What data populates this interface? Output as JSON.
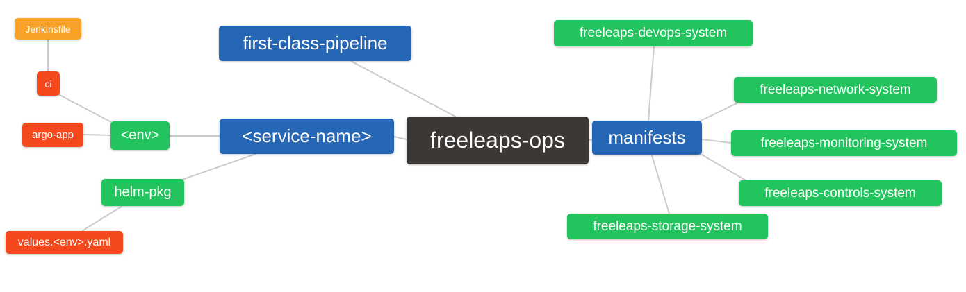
{
  "palette": {
    "root_bg": "#3B3836",
    "blue": "#2566B5",
    "green": "#22C45E",
    "red_orange": "#F4491D",
    "amber": "#F9A228",
    "edge": "#CCCCCC",
    "text": "#FFFFFF"
  },
  "nodes": {
    "root": {
      "label": "freeleaps-ops",
      "color": "#3B3836"
    },
    "first_class_pipeline": {
      "label": "first-class-pipeline",
      "color": "#2566B5"
    },
    "service_name": {
      "label": "<service-name>",
      "color": "#2566B5"
    },
    "manifests": {
      "label": "manifests",
      "color": "#2566B5"
    },
    "env": {
      "label": "<env>",
      "color": "#22C45E"
    },
    "helm_pkg": {
      "label": "helm-pkg",
      "color": "#22C45E"
    },
    "ci": {
      "label": "ci",
      "color": "#F4491D"
    },
    "argo_app": {
      "label": "argo-app",
      "color": "#F4491D"
    },
    "values_env_yaml": {
      "label": "values.<env>.yaml",
      "color": "#F4491D"
    },
    "jenkinsfile": {
      "label": "Jenkinsfile",
      "color": "#F9A228"
    },
    "devops": {
      "label": "freeleaps-devops-system",
      "color": "#22C45E"
    },
    "network": {
      "label": "freeleaps-network-system",
      "color": "#22C45E"
    },
    "monitoring": {
      "label": "freeleaps-monitoring-system",
      "color": "#22C45E"
    },
    "controls": {
      "label": "freeleaps-controls-system",
      "color": "#22C45E"
    },
    "storage": {
      "label": "freeleaps-storage-system",
      "color": "#22C45E"
    }
  },
  "hierarchy": {
    "root": "root",
    "edges": [
      [
        "jenkinsfile",
        "ci"
      ],
      [
        "ci",
        "env"
      ],
      [
        "argo_app",
        "env"
      ],
      [
        "env",
        "service_name"
      ],
      [
        "helm_pkg",
        "service_name"
      ],
      [
        "values_env_yaml",
        "helm_pkg"
      ],
      [
        "first_class_pipeline",
        "root"
      ],
      [
        "service_name",
        "root"
      ],
      [
        "manifests",
        "root"
      ],
      [
        "devops",
        "manifests"
      ],
      [
        "network",
        "manifests"
      ],
      [
        "monitoring",
        "manifests"
      ],
      [
        "controls",
        "manifests"
      ],
      [
        "storage",
        "manifests"
      ]
    ]
  }
}
